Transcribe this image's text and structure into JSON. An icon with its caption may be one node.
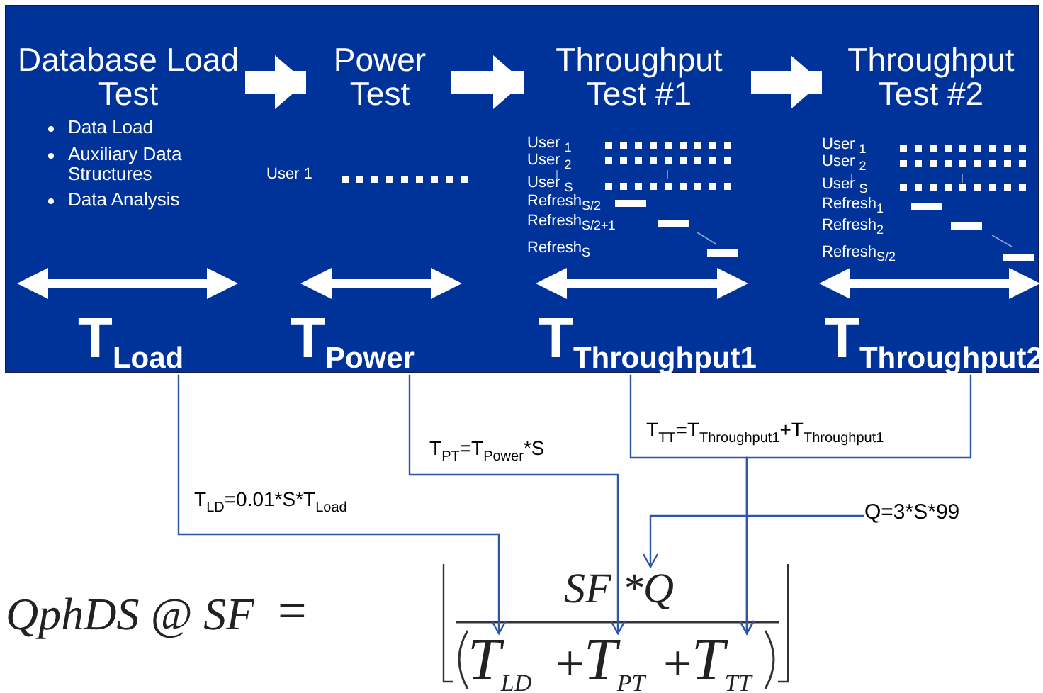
{
  "diagram": {
    "nodes": [
      {
        "text": [
          "Database Load Test",
          "Data Load",
          "Auxiliary Data Structures",
          "Data Analysis"
        ]
      },
      {
        "text": [
          "Power Test"
        ]
      },
      {
        "text": [
          "Throughput Test #1"
        ]
      },
      {
        "text": [
          "Throughput Test #2"
        ]
      },
      {
        "text": [
          "T$_{Load}$"
        ]
      },
      {
        "text": [
          "T$_{Power}$"
        ]
      },
      {
        "text": [
          "T$_{Throughput1}$"
        ]
      },
      {
        "text": [
          "T$_{Throughput2}$"
        ]
      },
      {
        "text": [
          "Q=3*S*99"
        ]
      },
      {
        "text": [
          "SF *Q"
        ]
      },
      {
        "text": [
          "T$_{LD}$"
        ]
      },
      {
        "text": [
          "T$_{PT}$"
        ]
      },
      {
        "text": [
          "T$_{TT}$"
        ]
      }
    ],
    "edges": [
      {
        "from": 0,
        "to": 1,
        "arrow": "to",
        "style": "thick",
        "color": "#ffffff"
      },
      {
        "from": 1,
        "to": 2,
        "arrow": "to",
        "style": "thick",
        "color": "#ffffff"
      },
      {
        "from": 2,
        "to": 3,
        "arrow": "to",
        "style": "thick",
        "color": "#ffffff"
      },
      {
        "from": 4,
        "to": 10,
        "arrow": "to",
        "label": "T$_{LD}$=0.01*S*T$_{Load}$"
      },
      {
        "from": 5,
        "to": 11,
        "arrow": "to",
        "label": "T$_{PT}$=T$_{Power}$*S"
      },
      {
        "from": 6,
        "to": 12,
        "arrow": "to",
        "label": "T$_{TT}$=T$_{Throughput1}$+T$_{Throughput1}$"
      },
      {
        "from": 7,
        "to": 12,
        "arrow": "to"
      },
      {
        "from": 8,
        "to": 9,
        "arrow": "to"
      }
    ],
    "labels": [
      "User 1",
      "User $_{1}$",
      "User $_{2}$",
      "User $_{S}$",
      "Refresh$_{S/2}$",
      "Refresh$_{S/2+1}$",
      "Refresh$_{S}$",
      "User $_{1}$",
      "User $_{2}$",
      "User $_{S}$",
      "Refresh$_{1}$",
      "Refresh$_{2}$",
      "Refresh$_{S/2}$",
      "QphDS @ SF",
      "=",
      "+",
      "+"
    ]
  }
}
